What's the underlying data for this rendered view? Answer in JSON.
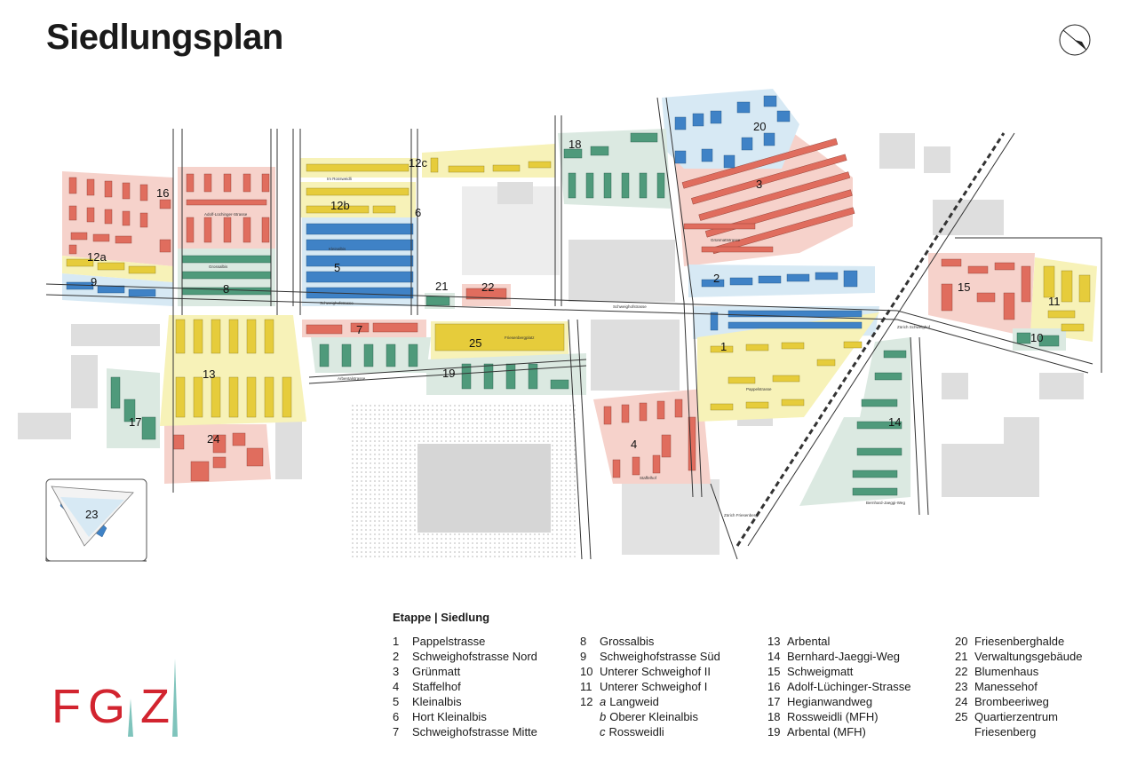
{
  "title": "Siedlungsplan",
  "legend": {
    "heading": "Etappe | Siedlung",
    "columns": [
      [
        {
          "num": "1",
          "name": "Pappelstrasse"
        },
        {
          "num": "2",
          "name": "Schweighofstrasse Nord"
        },
        {
          "num": "3",
          "name": "Grünmatt"
        },
        {
          "num": "4",
          "name": "Staffelhof"
        },
        {
          "num": "5",
          "name": "Kleinalbis"
        },
        {
          "num": "6",
          "name": "Hort Kleinalbis"
        },
        {
          "num": "7",
          "name": "Schweighofstrasse Mitte"
        }
      ],
      [
        {
          "num": "8",
          "name": "Grossalbis"
        },
        {
          "num": "9",
          "name": "Schweighofstrasse Süd"
        },
        {
          "num": "10",
          "name": "Unterer Schweighof II"
        },
        {
          "num": "11",
          "name": "Unterer Schweighof I"
        },
        {
          "num": "12",
          "letter": "a",
          "name": "Langweid"
        },
        {
          "num": "",
          "letter": "b",
          "name": "Oberer Kleinalbis"
        },
        {
          "num": "",
          "letter": "c",
          "name": "Rossweidli"
        }
      ],
      [
        {
          "num": "13",
          "name": "Arbental"
        },
        {
          "num": "14",
          "name": "Bernhard-Jaeggi-Weg"
        },
        {
          "num": "15",
          "name": "Schweigmatt"
        },
        {
          "num": "16",
          "name": "Adolf-Lüchinger-Strasse"
        },
        {
          "num": "17",
          "name": "Hegianwandweg"
        },
        {
          "num": "18",
          "name": "Rossweidli (MFH)"
        },
        {
          "num": "19",
          "name": "Arbental (MFH)"
        }
      ],
      [
        {
          "num": "20",
          "name": "Friesenberghalde"
        },
        {
          "num": "21",
          "name": "Verwaltungsgebäude"
        },
        {
          "num": "22",
          "name": "Blumenhaus"
        },
        {
          "num": "23",
          "name": "Manessehof"
        },
        {
          "num": "24",
          "name": "Brombeeriweg"
        },
        {
          "num": "25",
          "name": "Quartierzentrum"
        },
        {
          "num": "",
          "name": "Friesenberg"
        }
      ]
    ]
  },
  "map": {
    "area_labels": {
      "a1": "1",
      "a2": "2",
      "a3": "3",
      "a4": "4",
      "a5": "5",
      "a6": "6",
      "a7": "7",
      "a8": "8",
      "a9": "9",
      "a10": "10",
      "a11": "11",
      "a12a": "12a",
      "a12b": "12b",
      "a12c": "12c",
      "a13": "13",
      "a14": "14",
      "a15": "15",
      "a16": "16",
      "a17": "17",
      "a18": "18",
      "a19": "19",
      "a20": "20",
      "a21": "21",
      "a22": "22",
      "a23": "23",
      "a24": "24",
      "a25": "25"
    },
    "street_labels": {
      "schweighofstrasse": "Schweighofstrasse",
      "arbentalstrasse": "Arbentalstrasse",
      "grossalbis": "Grossalbis",
      "kleinalbis": "Kleinalbis",
      "im_rossweidli": "Im Rossweidli",
      "gruenmattstrasse": "Grünmattstrasse",
      "pappelstrasse": "Pappelstrasse",
      "staffelhof": "Staffelhof",
      "adolf_luechinger": "Adolf-Lüchinger-Strasse",
      "friesenbergplatz": "Friesenbergplatz",
      "bernhard_jaeggi": "Bernhard-Jaeggi-Weg",
      "station_schweighof": "Zürich Schweighof",
      "station_friesenberg": "Zürich Friesenberg"
    },
    "colors": {
      "yellow_zone": "#f7f2b8",
      "yellow_bldg": "#e6cc3b",
      "blue_zone": "#d7e9f4",
      "blue_bldg": "#3f82c6",
      "red_zone": "#f6d2cb",
      "red_bldg": "#e06d5e",
      "green_zone": "#dbe9e1",
      "green_bldg": "#4f9a7b",
      "gray_bldg": "#dcdcdc",
      "road": "#333333"
    }
  },
  "logo": {
    "text": "FGZ",
    "red": "#d2242f",
    "teal": "#7fc4bc"
  },
  "compass": {
    "icon": "north-arrow-icon"
  }
}
